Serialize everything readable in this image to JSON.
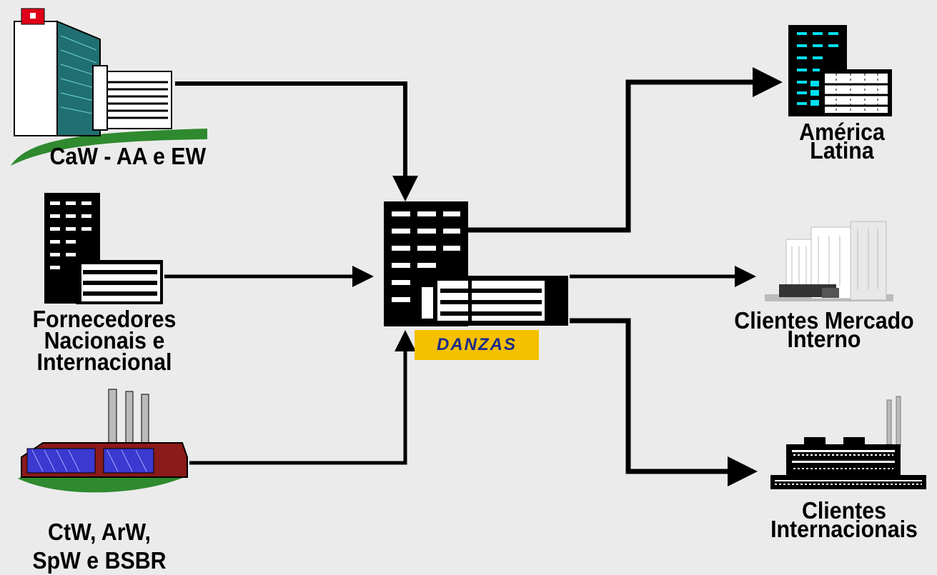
{
  "sources": {
    "caw": {
      "label": "CaW - AA e EW",
      "icon": "corporate-building-icon"
    },
    "suppliers": {
      "lines": [
        "Fornecedores",
        "Nacionais e",
        "Internacional"
      ],
      "icon": "office-building-icon"
    },
    "factories": {
      "lines": [
        "CtW, ArW,",
        "SpW e BSBR"
      ],
      "icon": "factory-icon"
    }
  },
  "hub": {
    "brand": "DANZAS",
    "icon": "warehouse-building-icon",
    "brand_color": "#f4c000"
  },
  "destinations": {
    "latam": {
      "lines": [
        "América",
        "Latina"
      ],
      "icon": "office-tower-icon"
    },
    "domestic": {
      "lines": [
        "Clientes Mercado",
        "Interno"
      ],
      "icon": "hospital-building-icon"
    },
    "international": {
      "lines": [
        "Clientes",
        "Internacionais"
      ],
      "icon": "industrial-plant-icon"
    }
  },
  "colors": {
    "background": "#ebebeb",
    "lines": "#000000",
    "cyan": "#00e0f0",
    "green": "#2f8a2f",
    "factory_blue": "#3a3ad0",
    "factory_red": "#8b1a1a"
  }
}
